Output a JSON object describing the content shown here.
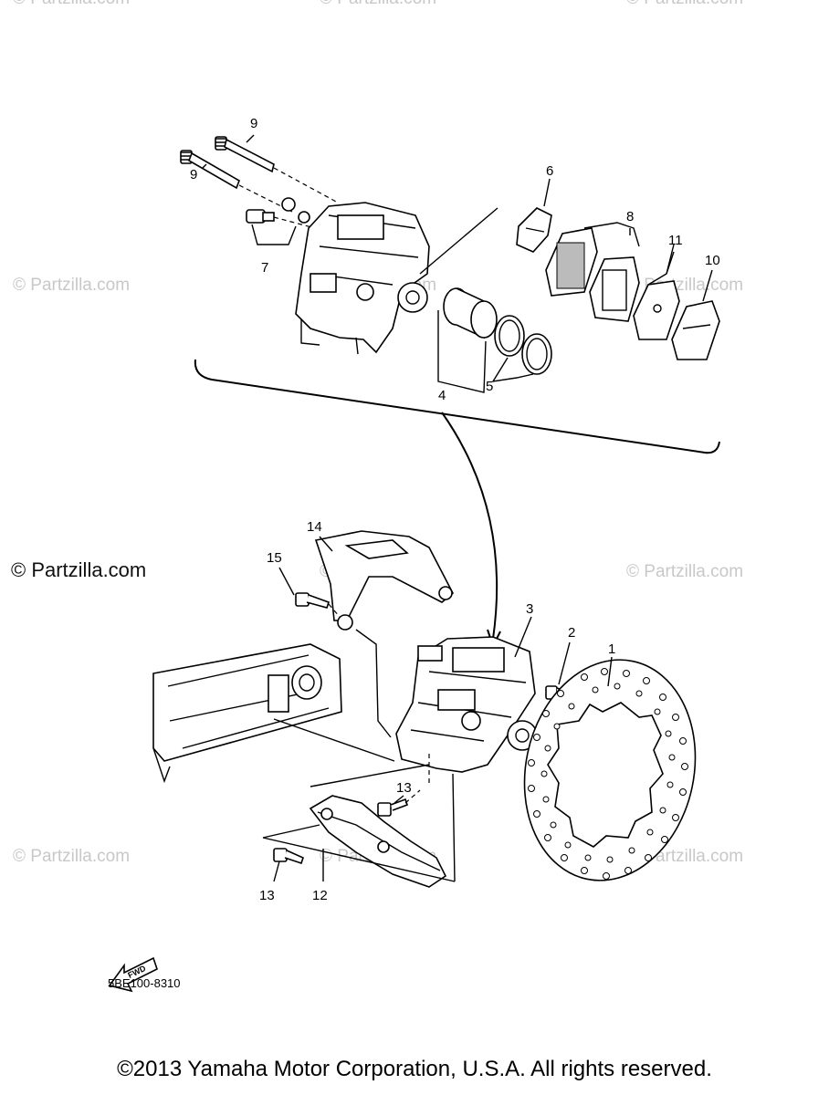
{
  "watermark": {
    "text": "© Partzilla.com",
    "main_text": "© Partzilla.com"
  },
  "callouts": {
    "c1": "1",
    "c2": "2",
    "c3": "3",
    "c4": "4",
    "c5": "5",
    "c6": "6",
    "c7": "7",
    "c8": "8",
    "c9a": "9",
    "c9b": "9",
    "c10": "10",
    "c11": "11",
    "c12": "12",
    "c13a": "13",
    "c13b": "13",
    "c14": "14",
    "c15": "15"
  },
  "fwd_label": "FWD",
  "diagram_code": "5BE100-8310",
  "copyright": "©2013  Yamaha Motor Corporation, U.S.A. All rights reserved."
}
